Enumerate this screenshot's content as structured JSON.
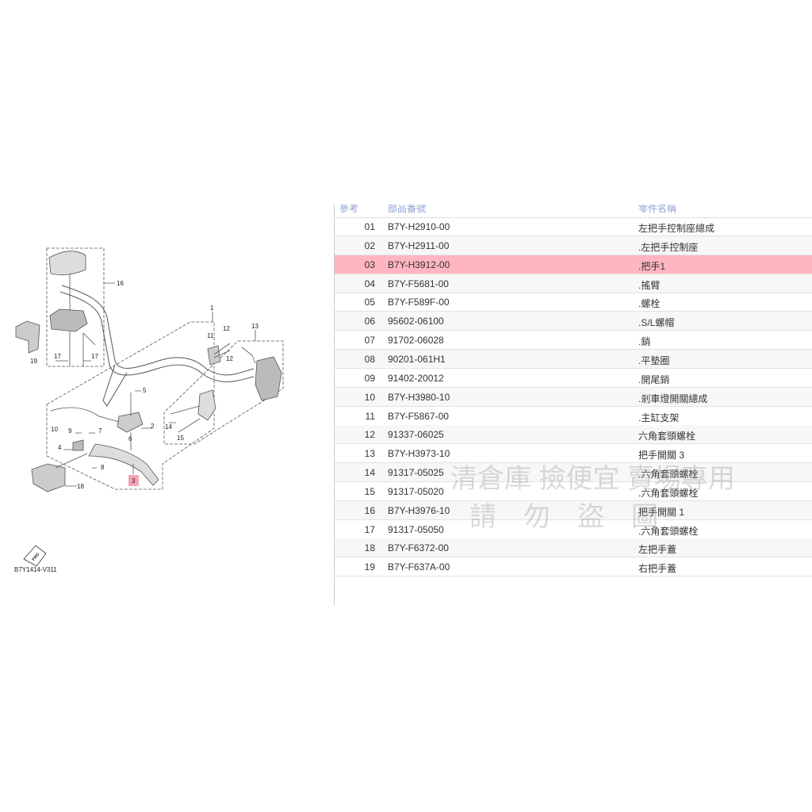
{
  "diagram": {
    "code": "B7Y1414-V311",
    "fwd_label": "FWD",
    "callouts": [
      "1",
      "2",
      "3",
      "4",
      "5",
      "6",
      "7",
      "8",
      "9",
      "10",
      "11",
      "12",
      "12",
      "13",
      "14",
      "15",
      "16",
      "17",
      "17",
      "18",
      "19"
    ],
    "highlight_color": "#f4a3b0"
  },
  "table": {
    "headers": {
      "ref": "參考",
      "part_no": "部品番號",
      "name": "零件名稱"
    },
    "highlight_color": "#ffb6c1",
    "rows": [
      {
        "no": "01",
        "part": "B7Y-H2910-00",
        "name": "左把手控制座總成"
      },
      {
        "no": "02",
        "part": "B7Y-H2911-00",
        "name": ".左把手控制座"
      },
      {
        "no": "03",
        "part": "B7Y-H3912-00",
        "name": ".把手1",
        "highlighted": true
      },
      {
        "no": "04",
        "part": "B7Y-F5681-00",
        "name": ".搖臂"
      },
      {
        "no": "05",
        "part": "B7Y-F589F-00",
        "name": ".螺栓"
      },
      {
        "no": "06",
        "part": "95602-06100",
        "name": ".S/L螺帽"
      },
      {
        "no": "07",
        "part": "91702-06028",
        "name": ".銷"
      },
      {
        "no": "08",
        "part": "90201-061H1",
        "name": ".平墊圈"
      },
      {
        "no": "09",
        "part": "91402-20012",
        "name": ".開尾銷"
      },
      {
        "no": "10",
        "part": "B7Y-H3980-10",
        "name": ".剎車燈開關總成"
      },
      {
        "no": "11",
        "part": "B7Y-F5867-00",
        "name": ".主缸支架"
      },
      {
        "no": "12",
        "part": "91337-06025",
        "name": "六角套頭螺栓"
      },
      {
        "no": "13",
        "part": "B7Y-H3973-10",
        "name": "把手開關 3"
      },
      {
        "no": "14",
        "part": "91317-05025",
        "name": ".六角套頭螺栓"
      },
      {
        "no": "15",
        "part": "91317-05020",
        "name": ".六角套頭螺栓"
      },
      {
        "no": "16",
        "part": "B7Y-H3976-10",
        "name": "把手開關 1"
      },
      {
        "no": "17",
        "part": "91317-05050",
        "name": ".六角套頭螺栓"
      },
      {
        "no": "18",
        "part": "B7Y-F6372-00",
        "name": "左把手蓋"
      },
      {
        "no": "19",
        "part": "B7Y-F637A-00",
        "name": "右把手蓋"
      }
    ]
  },
  "watermark": {
    "line1": "清倉庫 撿便宜 賣場專用",
    "line2": "請　勿　盜　圖"
  }
}
